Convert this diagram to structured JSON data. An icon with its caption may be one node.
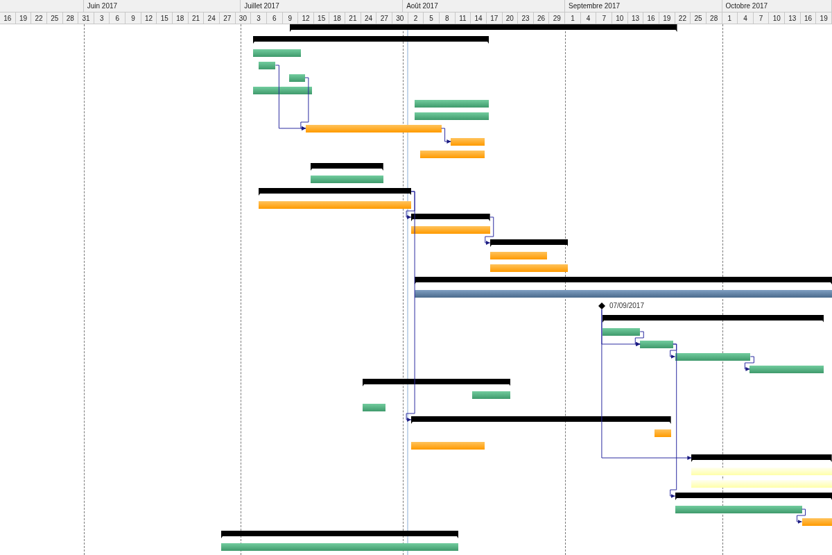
{
  "diagram": {
    "nodes": [
      {
        "text": [],
        "shape": "bar"
      },
      {
        "text": [],
        "shape": "bar"
      },
      {
        "text": [],
        "shape": "bar"
      },
      {
        "text": [],
        "shape": "bar"
      },
      {
        "text": [],
        "shape": "bar"
      },
      {
        "text": [],
        "shape": "bar"
      },
      {
        "text": [],
        "shape": "bar"
      },
      {
        "text": [],
        "shape": "bar"
      },
      {
        "text": [],
        "shape": "bar"
      },
      {
        "text": [],
        "shape": "bar"
      },
      {
        "text": [],
        "shape": "bar"
      },
      {
        "text": [],
        "shape": "bar"
      },
      {
        "text": [],
        "shape": "bar"
      },
      {
        "text": [],
        "shape": "bar"
      },
      {
        "text": [],
        "shape": "bar"
      },
      {
        "text": [],
        "shape": "bar"
      },
      {
        "text": [],
        "shape": "bar"
      },
      {
        "text": [],
        "shape": "bar"
      },
      {
        "text": [],
        "shape": "bar"
      },
      {
        "text": [],
        "shape": "bar"
      },
      {
        "text": [],
        "shape": "bar"
      },
      {
        "text": [],
        "shape": "bar"
      },
      {
        "text": [],
        "shape": "diamond",
        "beside": [
          "07/09/2017"
        ]
      },
      {
        "text": [],
        "shape": "bar"
      },
      {
        "text": [],
        "shape": "bar"
      },
      {
        "text": [],
        "shape": "bar"
      },
      {
        "text": [],
        "shape": "bar"
      },
      {
        "text": [],
        "shape": "bar"
      },
      {
        "text": [],
        "shape": "bar"
      },
      {
        "text": [],
        "shape": "bar"
      },
      {
        "text": [],
        "shape": "bar"
      },
      {
        "text": [],
        "shape": "bar"
      },
      {
        "text": [],
        "shape": "bar"
      },
      {
        "text": [],
        "shape": "bar"
      },
      {
        "text": [],
        "shape": "bar"
      },
      {
        "text": [],
        "shape": "bar"
      },
      {
        "text": [],
        "shape": "bar"
      },
      {
        "text": [],
        "shape": "bar"
      },
      {
        "text": [],
        "shape": "bar"
      },
      {
        "text": [],
        "shape": "bar"
      },
      {
        "text": [],
        "shape": "bar"
      },
      {
        "text": [],
        "shape": "bar"
      }
    ],
    "edges": [
      {
        "from": 3,
        "to": 8,
        "arrow": "to"
      },
      {
        "from": 4,
        "to": 8,
        "arrow": "to"
      },
      {
        "from": 8,
        "to": 9,
        "arrow": "to"
      },
      {
        "from": 13,
        "to": 15,
        "arrow": "to"
      },
      {
        "from": 13,
        "to": 31,
        "arrow": "to"
      },
      {
        "from": 15,
        "to": 17,
        "arrow": "to"
      },
      {
        "from": 22,
        "to": 25,
        "arrow": "to"
      },
      {
        "from": 22,
        "to": 34,
        "arrow": "to"
      },
      {
        "from": 24,
        "to": 25,
        "arrow": "to"
      },
      {
        "from": 25,
        "to": 26,
        "arrow": "to"
      },
      {
        "from": 25,
        "to": 37,
        "arrow": "to"
      },
      {
        "from": 26,
        "to": 27,
        "arrow": "to"
      },
      {
        "from": 38,
        "to": 39,
        "arrow": "to"
      }
    ],
    "labels": [
      "Juin 2017",
      "Juillet 2017",
      "Août 2017",
      "Septembre 2017",
      "Octobre 2017",
      "16",
      "19",
      "22",
      "25",
      "28",
      "31",
      "3",
      "6",
      "9",
      "12",
      "15",
      "18",
      "21",
      "24",
      "27",
      "30",
      "3",
      "6",
      "9",
      "12",
      "15",
      "18",
      "21",
      "24",
      "27",
      "30",
      "2",
      "5",
      "8",
      "11",
      "14",
      "17",
      "20",
      "23",
      "26",
      "29",
      "1",
      "4",
      "7",
      "10",
      "13",
      "16",
      "19",
      "22",
      "25",
      "28",
      "1",
      "4",
      "7",
      "10",
      "13",
      "16",
      "19"
    ]
  }
}
